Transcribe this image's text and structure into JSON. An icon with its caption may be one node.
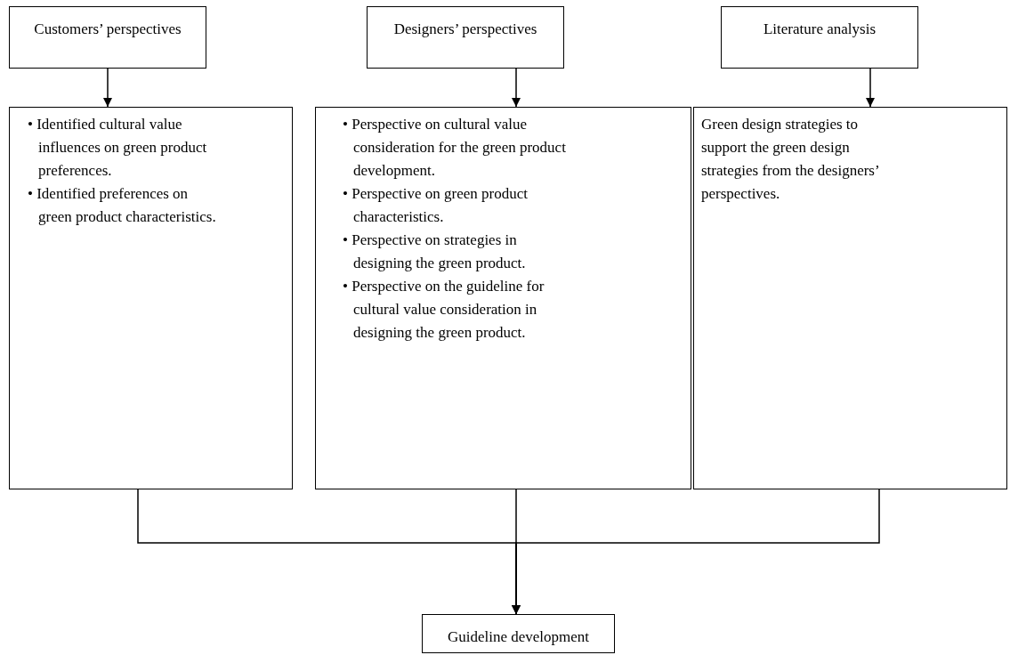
{
  "diagram": {
    "nodes": [
      {
        "text": [
          "Customers’ perspectives"
        ]
      },
      {
        "text": [
          "Designers’ perspectives"
        ]
      },
      {
        "text": [
          "Literature analysis"
        ]
      },
      {
        "text": [
          "• Identified cultural value influences on green product preferences.",
          "• Identified preferences on green product characteristics."
        ]
      },
      {
        "text": [
          "• Perspective on cultural value consideration for the green product development.",
          "• Perspective on green product characteristics.",
          "• Perspective on strategies in designing the green product.",
          "• Perspective on the guideline for cultural value consideration in designing the green product."
        ]
      },
      {
        "text": [
          "Green design strategies to support the green design strategies from the designers’ perspectives."
        ]
      },
      {
        "text": [
          "Guideline development"
        ]
      }
    ],
    "edges": [
      {
        "from": 0,
        "to": 3,
        "arrow": "to"
      },
      {
        "from": 1,
        "to": 4,
        "arrow": "to"
      },
      {
        "from": 2,
        "to": 5,
        "arrow": "to"
      },
      {
        "from": 3,
        "to": 6,
        "arrow": "to"
      },
      {
        "from": 4,
        "to": 6,
        "arrow": "to"
      },
      {
        "from": 5,
        "to": 6,
        "arrow": "to"
      }
    ]
  }
}
